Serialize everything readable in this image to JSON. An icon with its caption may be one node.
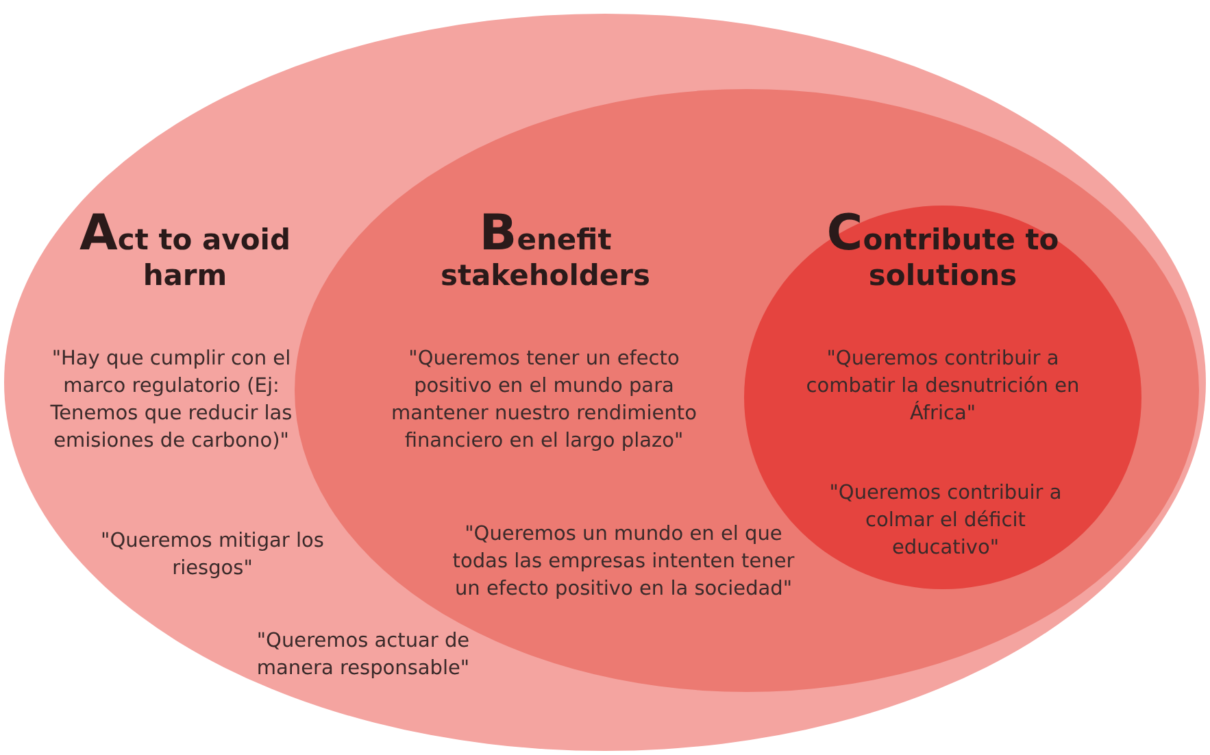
{
  "diagram": {
    "nodes": [
      {
        "text": [
          "Act to avoid harm",
          "\"Hay que cumplir con el marco regulatorio (Ej: Tenemos que reducir las emisiones de carbono)\"",
          "\"Queremos mitigar los riesgos\"",
          "\"Queremos actuar de manera responsable\""
        ]
      },
      {
        "text": [
          "Benefit stakeholders",
          "\"Queremos tener un efecto positivo en el mundo para mantener nuestro rendimiento financiero en el largo plazo\"",
          "\"Queremos un mundo en el que todas las empresas intenten tener un efecto positivo en la sociedad\""
        ],
        "in": 0
      },
      {
        "text": [
          "Contribute to solutions",
          "\"Queremos contribuir a combatir la desnutrición en África\"",
          "\"Queremos contribuir a colmar el déficit educativo\""
        ],
        "in": 1
      }
    ]
  }
}
